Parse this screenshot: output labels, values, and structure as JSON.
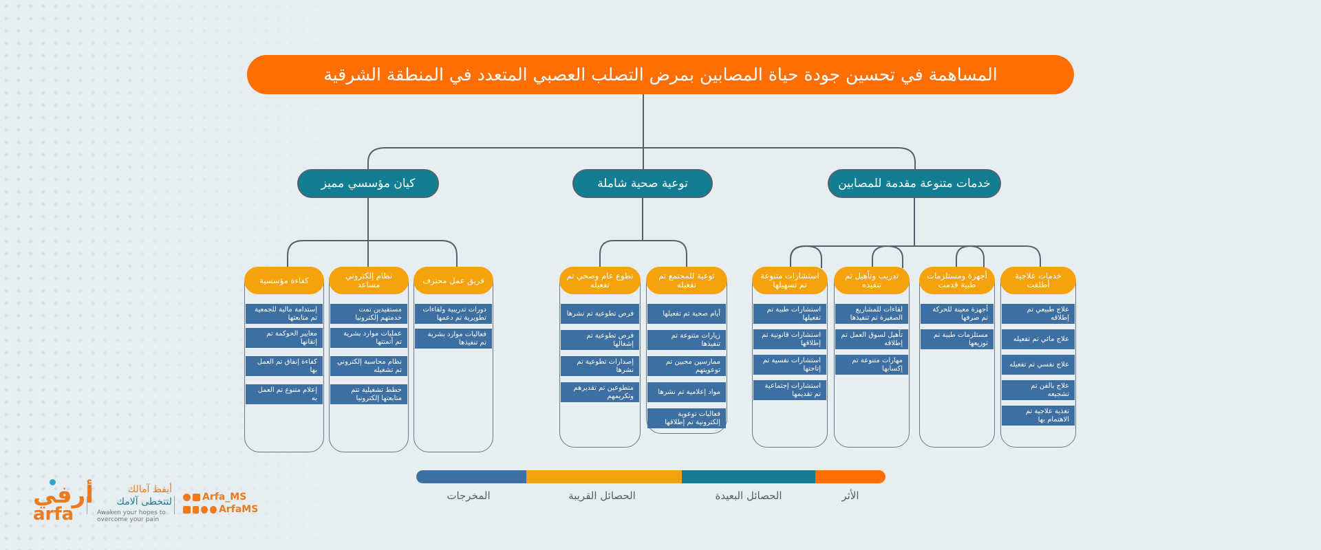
{
  "title": "المساهمة في تحسين جودة حياة المصابين بمرض التصلب العصبي المتعدد في المنطقة الشرقية",
  "branches": [
    {
      "label": "خدمات متنوعة مقدمة للمصابين",
      "columns": [
        {
          "header": "خدمات علاجية أطلقت",
          "items": [
            "علاج طبيعي تم إطلاقه",
            "علاج مائي تم تفعيله",
            "علاج نفسي تم تفعيله",
            "علاج بالفن تم تشجيعه",
            "تغذية علاجية تم الاهتمام بها"
          ]
        },
        {
          "header": "أجهزة ومستلزمات طبية قدمت",
          "items": [
            "أجهزة معينة للحركة تم صرفها",
            "مستلزمات طبية تم توزيعها"
          ]
        },
        {
          "header": "تدريب وتأهيل تم تنفيذه",
          "items": [
            "لقاءات للمشاريع الصغيرة تم تنفيذها",
            "تأهيل لسوق العمل تم إطلاقه",
            "مهارات متنوعة تم إكسابها"
          ]
        },
        {
          "header": "استشارات متنوعة تم تسهيلها",
          "items": [
            "استشارات طبية تم تفعيلها",
            "استشارات قانونية تم إطلاقها",
            "استشارات نفسية تم إتاحتها",
            "استشارات إجتماعية تم تقديمها"
          ]
        }
      ]
    },
    {
      "label": "توعية صحية شاملة",
      "columns": [
        {
          "header": "توعية للمجتمع تم تفعيله",
          "items": [
            "أيام صحية تم تفعيلها",
            "زيارات متنوعة تم تنفيذها",
            "ممارسين محبين تم توعويتهم",
            "مواد إعلامية تم نشرها",
            "فعاليات توعوية إلكترونية تم إطلاقها"
          ]
        },
        {
          "header": "تطوع عام وصحي تم تفعيله",
          "items": [
            "فرص تطوعية تم نشرها",
            "فرص تطوعية تم إشغالها",
            "إصدارات تطوعية تم نشرها",
            "متطوعين تم تقديرهم وتكريمهم"
          ]
        }
      ]
    },
    {
      "label": "كيان مؤسسي مميز",
      "columns": [
        {
          "header": "فريق عمل محترف",
          "items": [
            "دورات تدريبية ولقاءات تطويرية تم دعمها",
            "فعاليات موارد بشرية تم تنفيذها"
          ]
        },
        {
          "header": "نظام إلكتروني مساعد",
          "items": [
            "مستفيدين تمت خدمتهم إلكترونيا",
            "عمليات موارد بشرية تم أتمتتها",
            "نظام محاسبة إلكتروني تم تشغيله",
            "خطط تشغيلية تتم متابعتها إلكترونيا"
          ]
        },
        {
          "header": "كفاءة مؤسسية",
          "items": [
            "إستدامة مالية للجمعية تم متابعتها",
            "معايير الحوكمة تم إتقانها",
            "كفاءة إنفاق تم العمل بها",
            "إعلام متنوع تم العمل به"
          ]
        }
      ]
    }
  ],
  "legend": [
    {
      "label": "الأثر",
      "color": "#ff6e00"
    },
    {
      "label": "الحصائل البعيدة",
      "color": "#137d92"
    },
    {
      "label": "الحصائل القريبة",
      "color": "#f5a20c"
    },
    {
      "label": "المخرجات",
      "color": "#3e6fa2"
    }
  ],
  "footer": {
    "logo_ar": "أرفي",
    "logo_en": "arfa",
    "tagline_ar_1": "أيقظ آمالك",
    "tagline_ar_2": "لتتخطى آلامك",
    "tagline_en": "Awaken your hopes to overcome your pain",
    "social_1": "Arfa_MS",
    "social_2": "ArfaMS"
  }
}
